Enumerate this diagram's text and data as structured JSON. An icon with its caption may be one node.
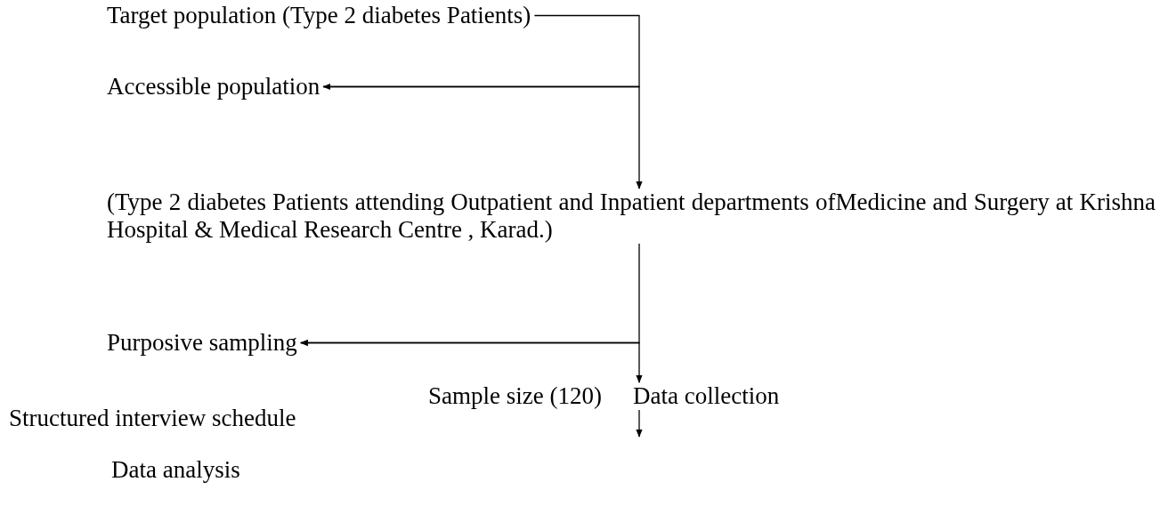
{
  "diagram": {
    "nodes": [
      {
        "text": [
          "Target population (Type 2 diabetes Patients)"
        ]
      },
      {
        "text": [
          "Accessible population"
        ]
      },
      {
        "text": [
          "(Type 2 diabetes Patients attending Outpatient and Inpatient departments ofMedicine and Surgery at Krishna Hospital & Medical Research Centre , Karad.)"
        ]
      },
      {
        "text": [
          "Purposive sampling"
        ]
      },
      {
        "text": [
          "Sample size (120)"
        ]
      },
      {
        "text": [
          "Data collection"
        ]
      },
      {
        "text": [
          "Structured interview schedule"
        ]
      },
      {
        "text": [
          "Data analysis"
        ]
      }
    ],
    "edges": [
      {
        "from": 0,
        "to": 1,
        "arrow": "to"
      },
      {
        "from": 1,
        "to": 2,
        "arrow": "to"
      },
      {
        "from": 2,
        "to": 3,
        "arrow": "to"
      },
      {
        "from": 3,
        "to": 5,
        "arrow": "to"
      },
      {
        "from": 5,
        "to": null,
        "arrow": "to"
      }
    ]
  }
}
